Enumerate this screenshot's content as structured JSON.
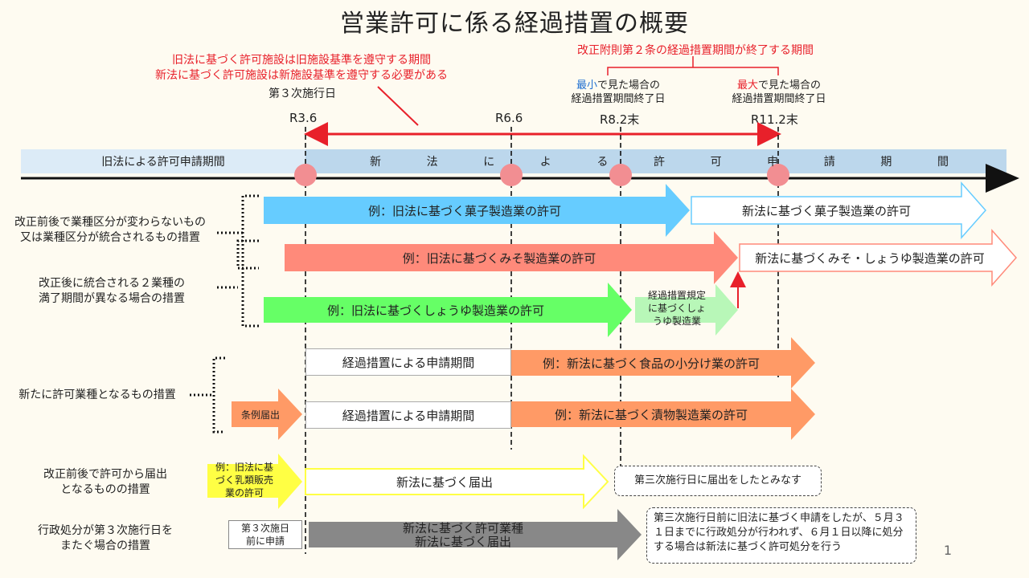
{
  "title": "営業許可に係る経過措置の概要",
  "top_note_line1": "旧法に基づく許可施設は旧施設基準を遵守する期間",
  "top_note_line2": "新法に基づく許可施設は新施設基準を遵守する必要がある",
  "third_enforce_label": "第３次施行日",
  "article2_label": "改正附則第２条の経過措置期間が終了する期間",
  "min_label_prefix": "最小",
  "min_label_rest": "で見た場合の",
  "min_label_line2": "経過措置期間終了日",
  "max_label_prefix": "最大",
  "max_label_rest": "で見た場合の",
  "max_label_line2": "経過措置期間終了日",
  "dates": {
    "d1": "R3.6",
    "d2": "R6.6",
    "d3": "R8.2末",
    "d4": "R11.2末"
  },
  "timeline": {
    "old_period": "旧法による許可申請期間",
    "new_period_chars": [
      "新",
      "法",
      "に",
      "よ",
      "る",
      "許",
      "可",
      "申",
      "請",
      "期",
      "間"
    ]
  },
  "left_labels": {
    "g1_line1": "改正前後で業種区分が変わらないもの",
    "g1_line2": "又は業種区分が統合されるもの措置",
    "g2_line1": "改正後に統合される２業種の",
    "g2_line2": "満了期間が異なる場合の措置",
    "g3": "新たに許可業種となるもの措置",
    "g4_line1": "改正前後で許可から届出",
    "g4_line2": "となるものの措置",
    "g5_line1": "行政処分が第３次施行日を",
    "g5_line2": "またぐ場合の措置"
  },
  "arrows": {
    "a1": "例：旧法に基づく菓子製造業の許可",
    "a1b": "新法に基づく菓子製造業の許可",
    "a2": "例：旧法に基づくみそ製造業の許可",
    "a2b": "新法に基づくみそ・しょうゆ製造業の許可",
    "a3": "例：旧法に基づくしょうゆ製造業の許可",
    "a3b_line1": "経過措置規定",
    "a3b_line2": "に基づくしょ",
    "a3b_line3": "うゆ製造業",
    "a4_box": "経過措置による申請期間",
    "a4": "例：新法に基づく食品の小分け業の許可",
    "a5_pre": "条例届出",
    "a5_box": "経過措置による申請期間",
    "a5": "例：新法に基づく漬物製造業の許可",
    "a6_pre_line1": "例：旧法に基",
    "a6_pre_line2": "づく乳類販売",
    "a6_pre_line3": "業の許可",
    "a6": "新法に基づく届出",
    "a6_note": "第三次施行日に届出をしたとみなす",
    "a7_pre_line1": "第３次施日",
    "a7_pre_line2": "前に申請",
    "a7_line1": "新法に基づく許可業種",
    "a7_line2": "新法に基づく届出",
    "a7_note": "第三次施行日前に旧法に基づく申請をしたが、５月３１日までに行政処分が行われず、６月１日以降に処分する場合は新法に基づく許可処分を行う"
  },
  "page_number": "1",
  "colors": {
    "blue": "#66ccff",
    "salmon": "#ff8a7a",
    "green": "#66ff66",
    "lightgreen": "#b8f7b8",
    "orange": "#ff9a66",
    "yellow": "#ffff44",
    "gray": "#888888",
    "timeline_old": "#dcebf7",
    "timeline_new": "#bcd7ec",
    "accent_red": "#e8202a",
    "accent_blue": "#1f6fd1"
  }
}
